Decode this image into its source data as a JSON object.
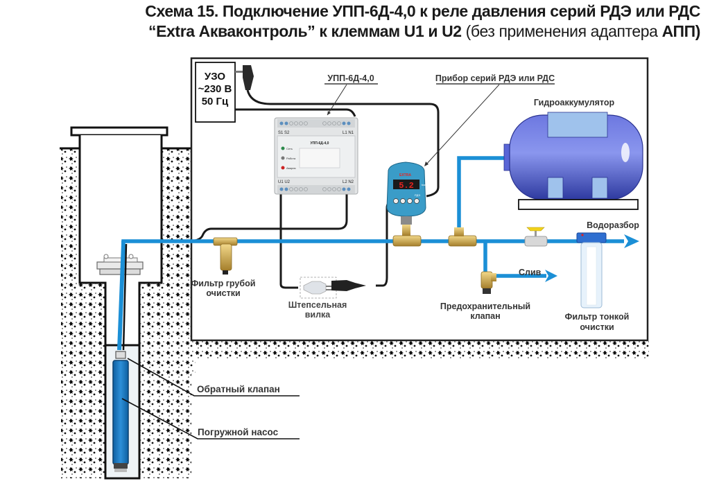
{
  "title": {
    "line1": "Схема 15. Подключение УПП-6Д-4,0 к реле давления серий РДЭ или РДС",
    "line2_bold": "“Extra Акваконтроль” к клеммам U1 и U2",
    "line2_light": " (без применения адаптера ",
    "line2_bold2": "АПП",
    "line2_end": ")"
  },
  "labels": {
    "uzo_line1": "УЗО",
    "uzo_line2": "~230 В",
    "uzo_line3": "50 Гц",
    "upp": "УПП-6Д-4,0",
    "pressure_device": "Прибор серий РДЭ или РДС",
    "accumulator": "Гидроаккумулятор",
    "water_outlet": "Водоразбор",
    "coarse_filter_1": "Фильтр грубой",
    "coarse_filter_2": "очистки",
    "plug_1": "Штепсельная",
    "plug_2": "вилка",
    "safety_valve_1": "Предохранительный",
    "safety_valve_2": "клапан",
    "drain": "Слив",
    "fine_filter_1": "Фильтр тонкой",
    "fine_filter_2": "очистки",
    "check_valve": "Обратный клапан",
    "submersible_pump": "Погружной насос"
  },
  "upp_device": {
    "terminals_top_left": "S1 S2",
    "terminals_top_right": "L1  N1",
    "terminals_bottom_left": "U1 U2",
    "terminals_bottom_right": "L2  N2",
    "header": "УПП-6Д-4,0",
    "led_1": "Сеть",
    "led_2": "Работа",
    "led_3": "Авария"
  },
  "pressure_relay": {
    "display_value": "5.2",
    "unit": "bar",
    "model": "РДЭ",
    "brand": "EXTRA"
  },
  "colors": {
    "pipe": "#1b8fd6",
    "brass": "#c9a24a",
    "tank": "#4a56c9",
    "tank_light": "#9fc2ec",
    "relay": "#3a9cc8",
    "display": "#e8231f"
  }
}
